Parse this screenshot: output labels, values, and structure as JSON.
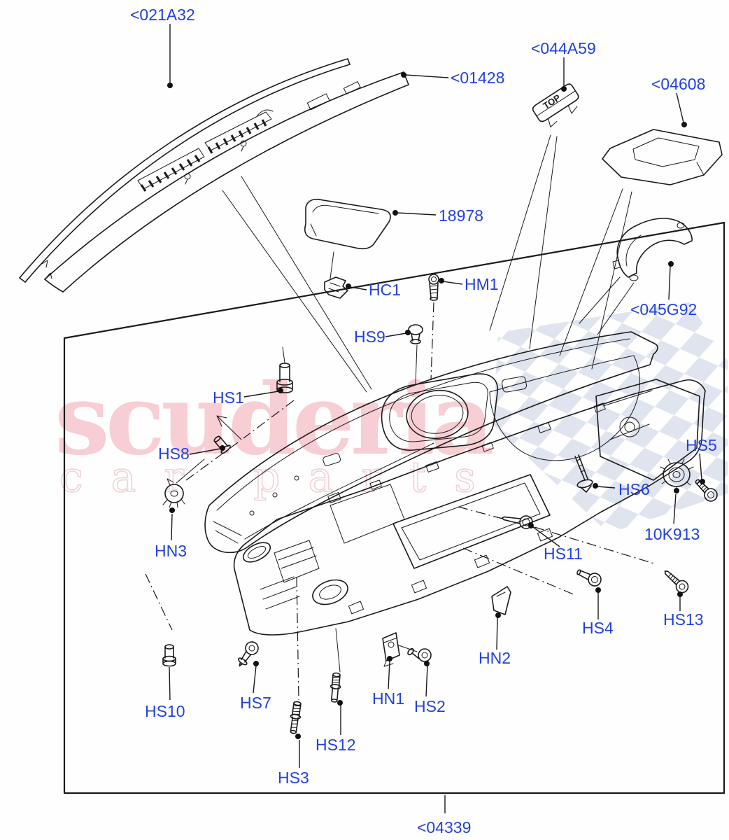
{
  "labels": {
    "p021A32": "<021A32",
    "p01428": "<01428",
    "p044A59": "<044A59",
    "p04608": "<04608",
    "p18978": "18978",
    "hc1": "HC1",
    "hm1": "HM1",
    "hs9": "HS9",
    "p045G92": "<045G92",
    "hs1": "HS1",
    "hs8": "HS8",
    "hn3": "HN3",
    "hs5": "HS5",
    "hs6": "HS6",
    "p10K913": "10K913",
    "hs11": "HS11",
    "hn2": "HN2",
    "hs4": "HS4",
    "hs13": "HS13",
    "hs10": "HS10",
    "hs7": "HS7",
    "hs3": "HS3",
    "hs12": "HS12",
    "hn1": "HN1",
    "hs2": "HS2",
    "p04339": "<04339"
  },
  "markings": {
    "top_clip": "TOP"
  },
  "watermark": {
    "word": "scuderia",
    "row": "car parts"
  },
  "colors": {
    "label_blue": "#2240e0",
    "line_black": "#1a1a1a",
    "watermark_pink": "#f7ced3",
    "watermark_checker": "#dfe4ee"
  }
}
